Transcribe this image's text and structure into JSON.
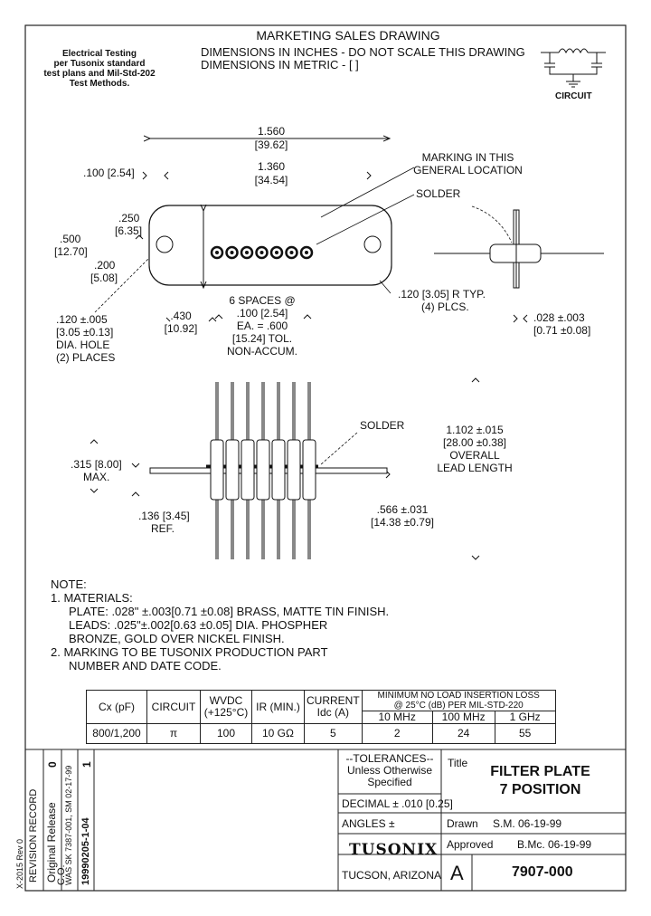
{
  "header": {
    "title": "MARKETING SALES DRAWING",
    "line2": "DIMENSIONS IN INCHES - DO NOT SCALE THIS DRAWING",
    "line3": "DIMENSIONS IN METRIC - [  ]"
  },
  "testing_note": [
    "Electrical Testing",
    "per Tusonix standard",
    "test plans and Mil-Std-202",
    "Test Methods."
  ],
  "circuit_label": "CIRCUIT",
  "dims": {
    "overall_len": "1.560",
    "overall_len_mm": "[39.62]",
    "hole_span": "1.360",
    "hole_span_mm": "[34.54]",
    "edge": ".100 [2.54]",
    "d250": ".250",
    "d250_mm": "[6.35]",
    "d500": ".500",
    "d500_mm": "[12.70]",
    "d200": ".200",
    "d200_mm": "[5.08]",
    "hole": ".120 ±.005",
    "hole_mm": "[3.05 ±0.13]",
    "hole_dia": "DIA. HOLE",
    "hole_places": "(2) PLACES",
    "d430": ".430",
    "d430_mm": "[10.92]",
    "spaces1": "6 SPACES @",
    "spaces2": ".100 [2.54]",
    "spaces3": "EA. = .600",
    "spaces4": "[15.24] TOL.",
    "spaces5": "NON-ACCUM.",
    "radius1": ".120 [3.05] R TYP.",
    "radius2": "(4) PLCS.",
    "thick1": ".028 ±.003",
    "thick2": "[0.71 ±0.08]",
    "marking1": "MARKING IN THIS",
    "marking2": "GENERAL LOCATION",
    "solder_top": "SOLDER",
    "solder_side": "SOLDER",
    "h315": ".315 [8.00]",
    "h315_b": "MAX.",
    "h136": ".136 [3.45]",
    "h136_b": "REF.",
    "lead1": "1.102 ±.015",
    "lead2": "[28.00 ±0.38]",
    "lead3": "OVERALL",
    "lead4": "LEAD LENGTH",
    "l566": ".566 ±.031",
    "l566_mm": "[14.38 ±0.79]"
  },
  "notes": [
    "NOTE:",
    "1.  MATERIALS:",
    "PLATE: .028\" ±.003[0.71 ±0.08] BRASS, MATTE TIN FINISH.",
    "LEADS: .025\"±.002[0.63 ±0.05] DIA. PHOSPHER",
    "BRONZE, GOLD OVER NICKEL FINISH.",
    "2.  MARKING TO BE TUSONIX PRODUCTION PART",
    "NUMBER AND DATE CODE."
  ],
  "spec_table": {
    "headers": [
      "Cx (pF)",
      "CIRCUIT",
      "WVDC",
      "(+125°C)",
      "IR (MIN.)",
      "CURRENT",
      "Idc (A)"
    ],
    "loss_header1": "MINIMUM  NO LOAD INSERTION LOSS",
    "loss_header2": "@ 25°C (dB) PER MIL-STD-220",
    "freqs": [
      "10 MHz",
      "100 MHz",
      "1 GHz"
    ],
    "row": [
      "800/1,200",
      "π",
      "100",
      "10 GΩ",
      "5",
      "2",
      "24",
      "55"
    ]
  },
  "title_block": {
    "tol1": "--TOLERANCES--",
    "tol2": "Unless Otherwise",
    "tol3": "Specified",
    "decimal": "DECIMAL ± .010 [0.25]",
    "angles": "ANGLES ±",
    "company": "TUSONIX",
    "location": "TUCSON, ARIZONA",
    "title_label": "Title",
    "title1": "FILTER PLATE",
    "title2": "7 POSITION",
    "drawn_label": "Drawn",
    "drawn_val": "S.M. 06-19-99",
    "approved_label": "Approved",
    "approved_val": "B.Mc. 06-19-99",
    "size": "A",
    "part": "7907-000"
  },
  "revision": {
    "form": "X-2015 Rev 0",
    "record": "REVISION RECORD",
    "r0_label": "Original Release",
    "r0_num": "0",
    "co": "C.O.",
    "was": "WAS SK 7387-001, SM 02-17-99",
    "ecn": "19990205-1-04",
    "r1_num": "1"
  }
}
